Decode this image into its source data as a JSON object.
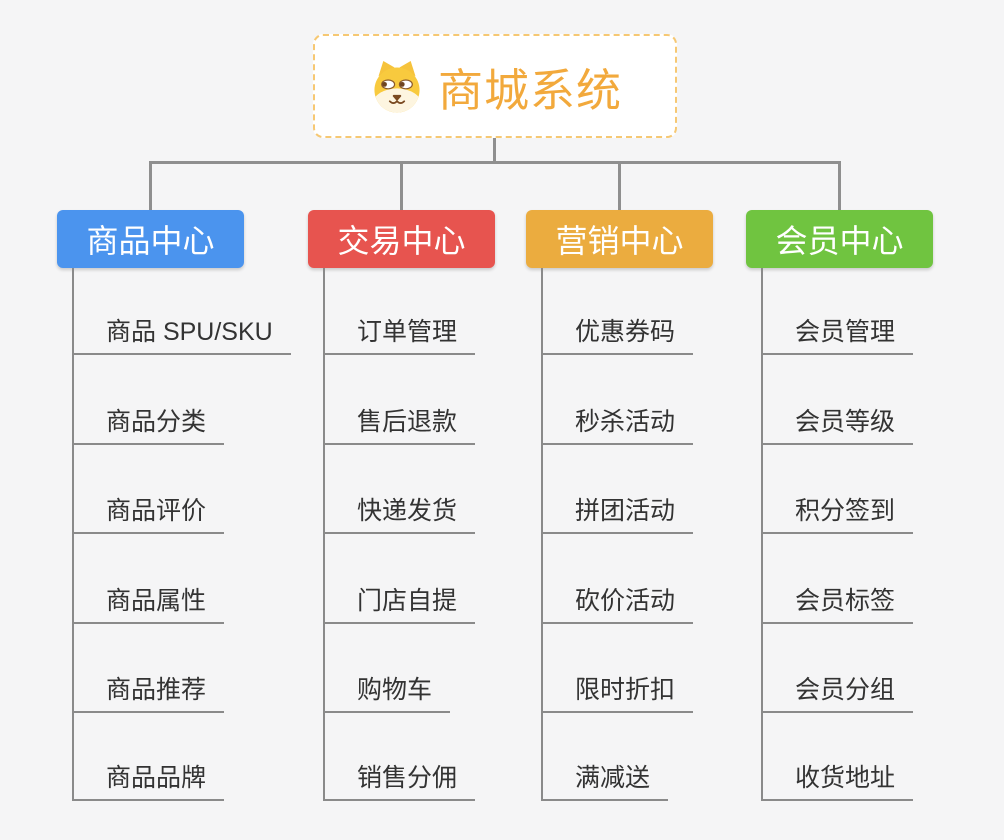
{
  "page": {
    "background_color": "#f5f5f6",
    "connector_color": "#8f8f8f",
    "underline_color": "#8a8a8a",
    "subtopic_text_color": "#333333"
  },
  "root": {
    "title": "商城系统",
    "icon": "shiba-dog-icon",
    "text_color": "#f2a93c",
    "border_color": "#f6c873",
    "background": "#ffffff"
  },
  "branches": [
    {
      "label": "商品中心",
      "color": "#4b94ee",
      "items": [
        "商品 SPU/SKU",
        "商品分类",
        "商品评价",
        "商品属性",
        "商品推荐",
        "商品品牌"
      ]
    },
    {
      "label": "交易中心",
      "color": "#e7544f",
      "items": [
        "订单管理",
        "售后退款",
        "快递发货",
        "门店自提",
        "购物车",
        "销售分佣"
      ]
    },
    {
      "label": "营销中心",
      "color": "#ebac3f",
      "items": [
        "优惠券码",
        "秒杀活动",
        "拼团活动",
        "砍价活动",
        "限时折扣",
        "满减送"
      ]
    },
    {
      "label": "会员中心",
      "color": "#70c440",
      "items": [
        "会员管理",
        "会员等级",
        "积分签到",
        "会员标签",
        "会员分组",
        "收货地址"
      ]
    }
  ]
}
